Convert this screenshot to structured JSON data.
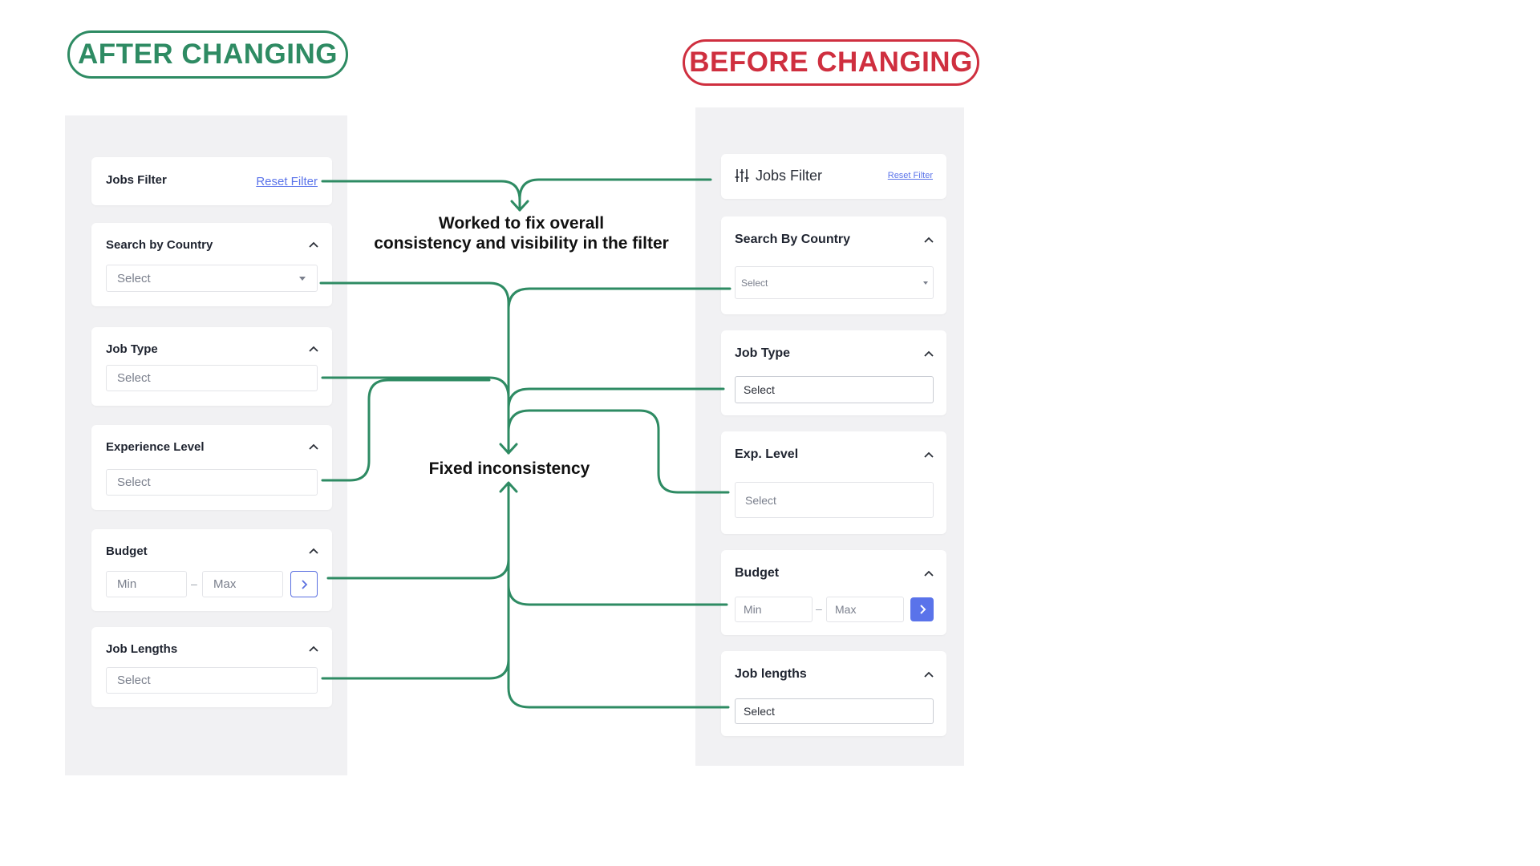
{
  "labels": {
    "after": "AFTER CHANGING",
    "before": "BEFORE CHANGING"
  },
  "notes": {
    "top_line1": "Worked to fix overall",
    "top_line2": "consistency and visibility in the filter",
    "middle": "Fixed inconsistency"
  },
  "after": {
    "header_title": "Jobs Filter",
    "reset": "Reset Filter",
    "country_title": "Search by Country",
    "country_value": "Select",
    "jobtype_title": "Job Type",
    "jobtype_value": "Select",
    "exp_title": "Experience Level",
    "exp_value": "Select",
    "budget_title": "Budget",
    "budget_min": "Min",
    "budget_max": "Max",
    "budget_dash": "–",
    "lengths_title": "Job Lengths",
    "lengths_value": "Select"
  },
  "before": {
    "header_title": "Jobs Filter",
    "reset": "Reset Filter",
    "country_title": "Search By Country",
    "country_value": "Select",
    "jobtype_title": "Job Type",
    "jobtype_value": "Select",
    "exp_title": "Exp. Level",
    "exp_value": "Select",
    "budget_title": "Budget",
    "budget_min": "Min",
    "budget_max": "Max",
    "budget_dash": "–",
    "lengths_title": "Job lengths",
    "lengths_value": "Select"
  },
  "colors": {
    "connector": "#2e8b63",
    "after_accent": "#2e8b63",
    "before_accent": "#cf2f3f",
    "button_blue": "#5a73ea"
  },
  "icons": [
    "chevron-up-icon",
    "sliders-icon",
    "chevron-right-icon",
    "caret-down-icon"
  ]
}
